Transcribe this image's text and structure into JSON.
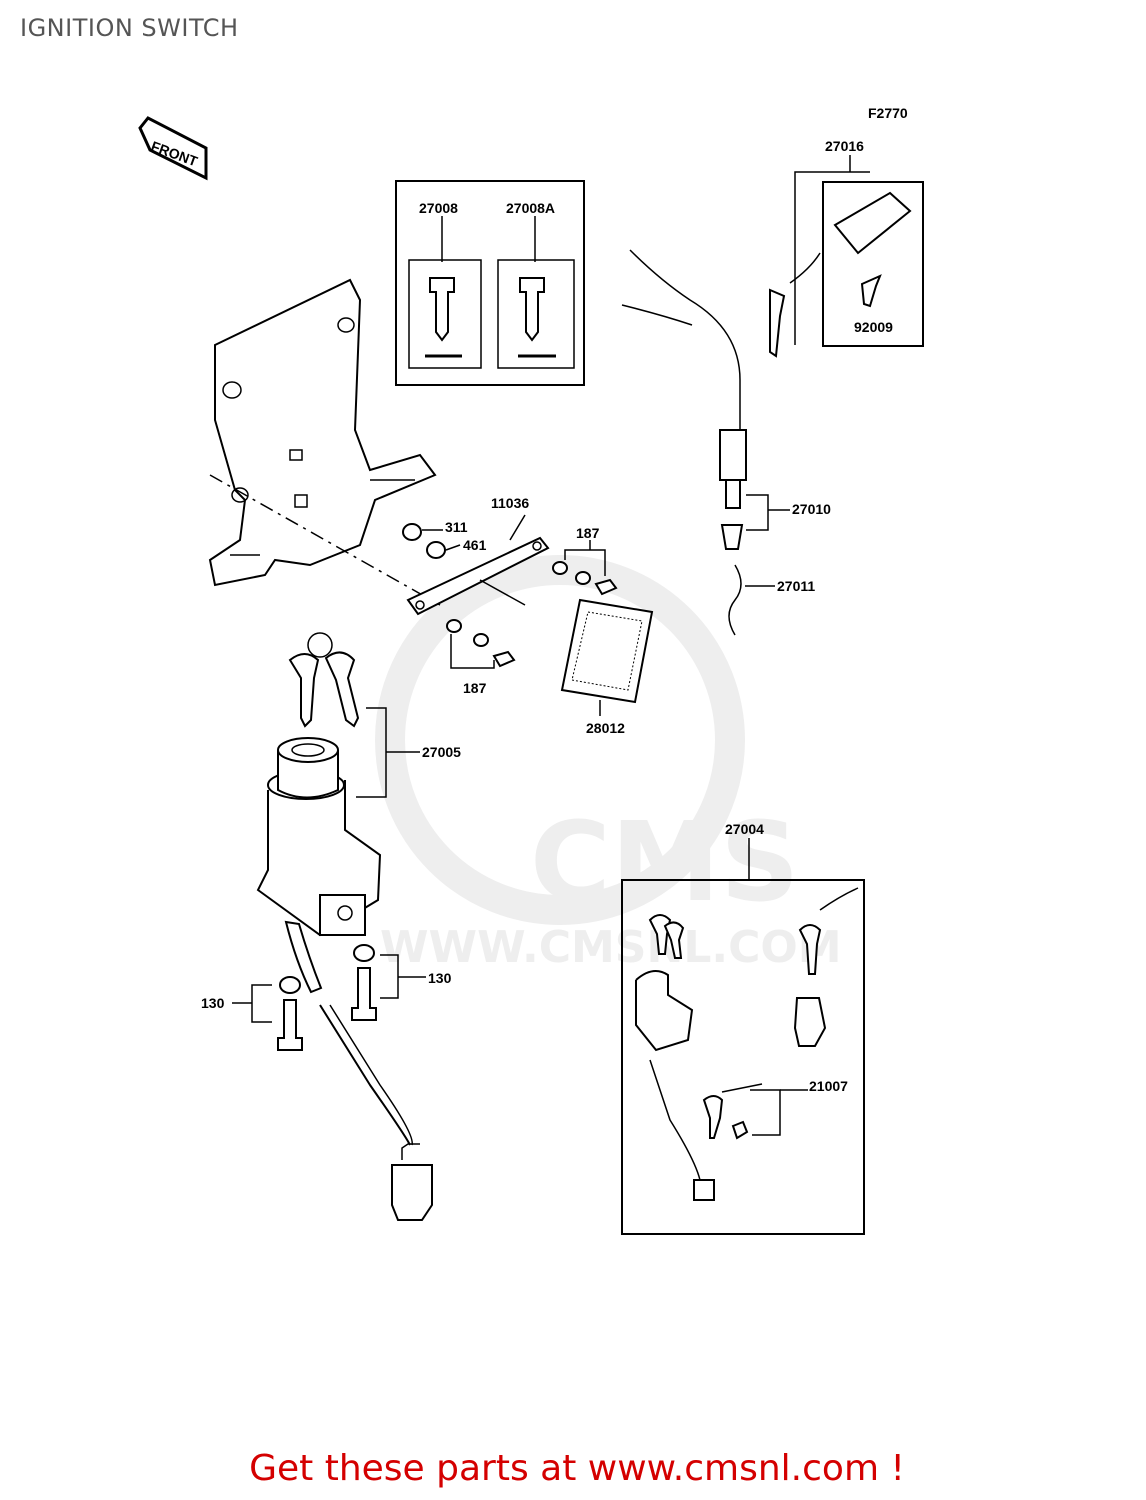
{
  "page": {
    "title": "IGNITION SWITCH",
    "footer": "Get these parts at www.cmsnl.com !",
    "drawing_ref": "F2770",
    "front_label": "FRONT",
    "watermark_text": "CMS",
    "watermark_url": "WWW.CMSNL.COM",
    "footer_color": "#d40000"
  },
  "parts": {
    "p27016": "27016",
    "p27008": "27008",
    "p27008A": "27008A",
    "p92009": "92009",
    "p11036": "11036",
    "p311": "311",
    "p461": "461",
    "p187a": "187",
    "p187b": "187",
    "p27010": "27010",
    "p27011": "27011",
    "p28012": "28012",
    "p27005": "27005",
    "p27004": "27004",
    "p130a": "130",
    "p130b": "130",
    "p21007": "21007"
  }
}
